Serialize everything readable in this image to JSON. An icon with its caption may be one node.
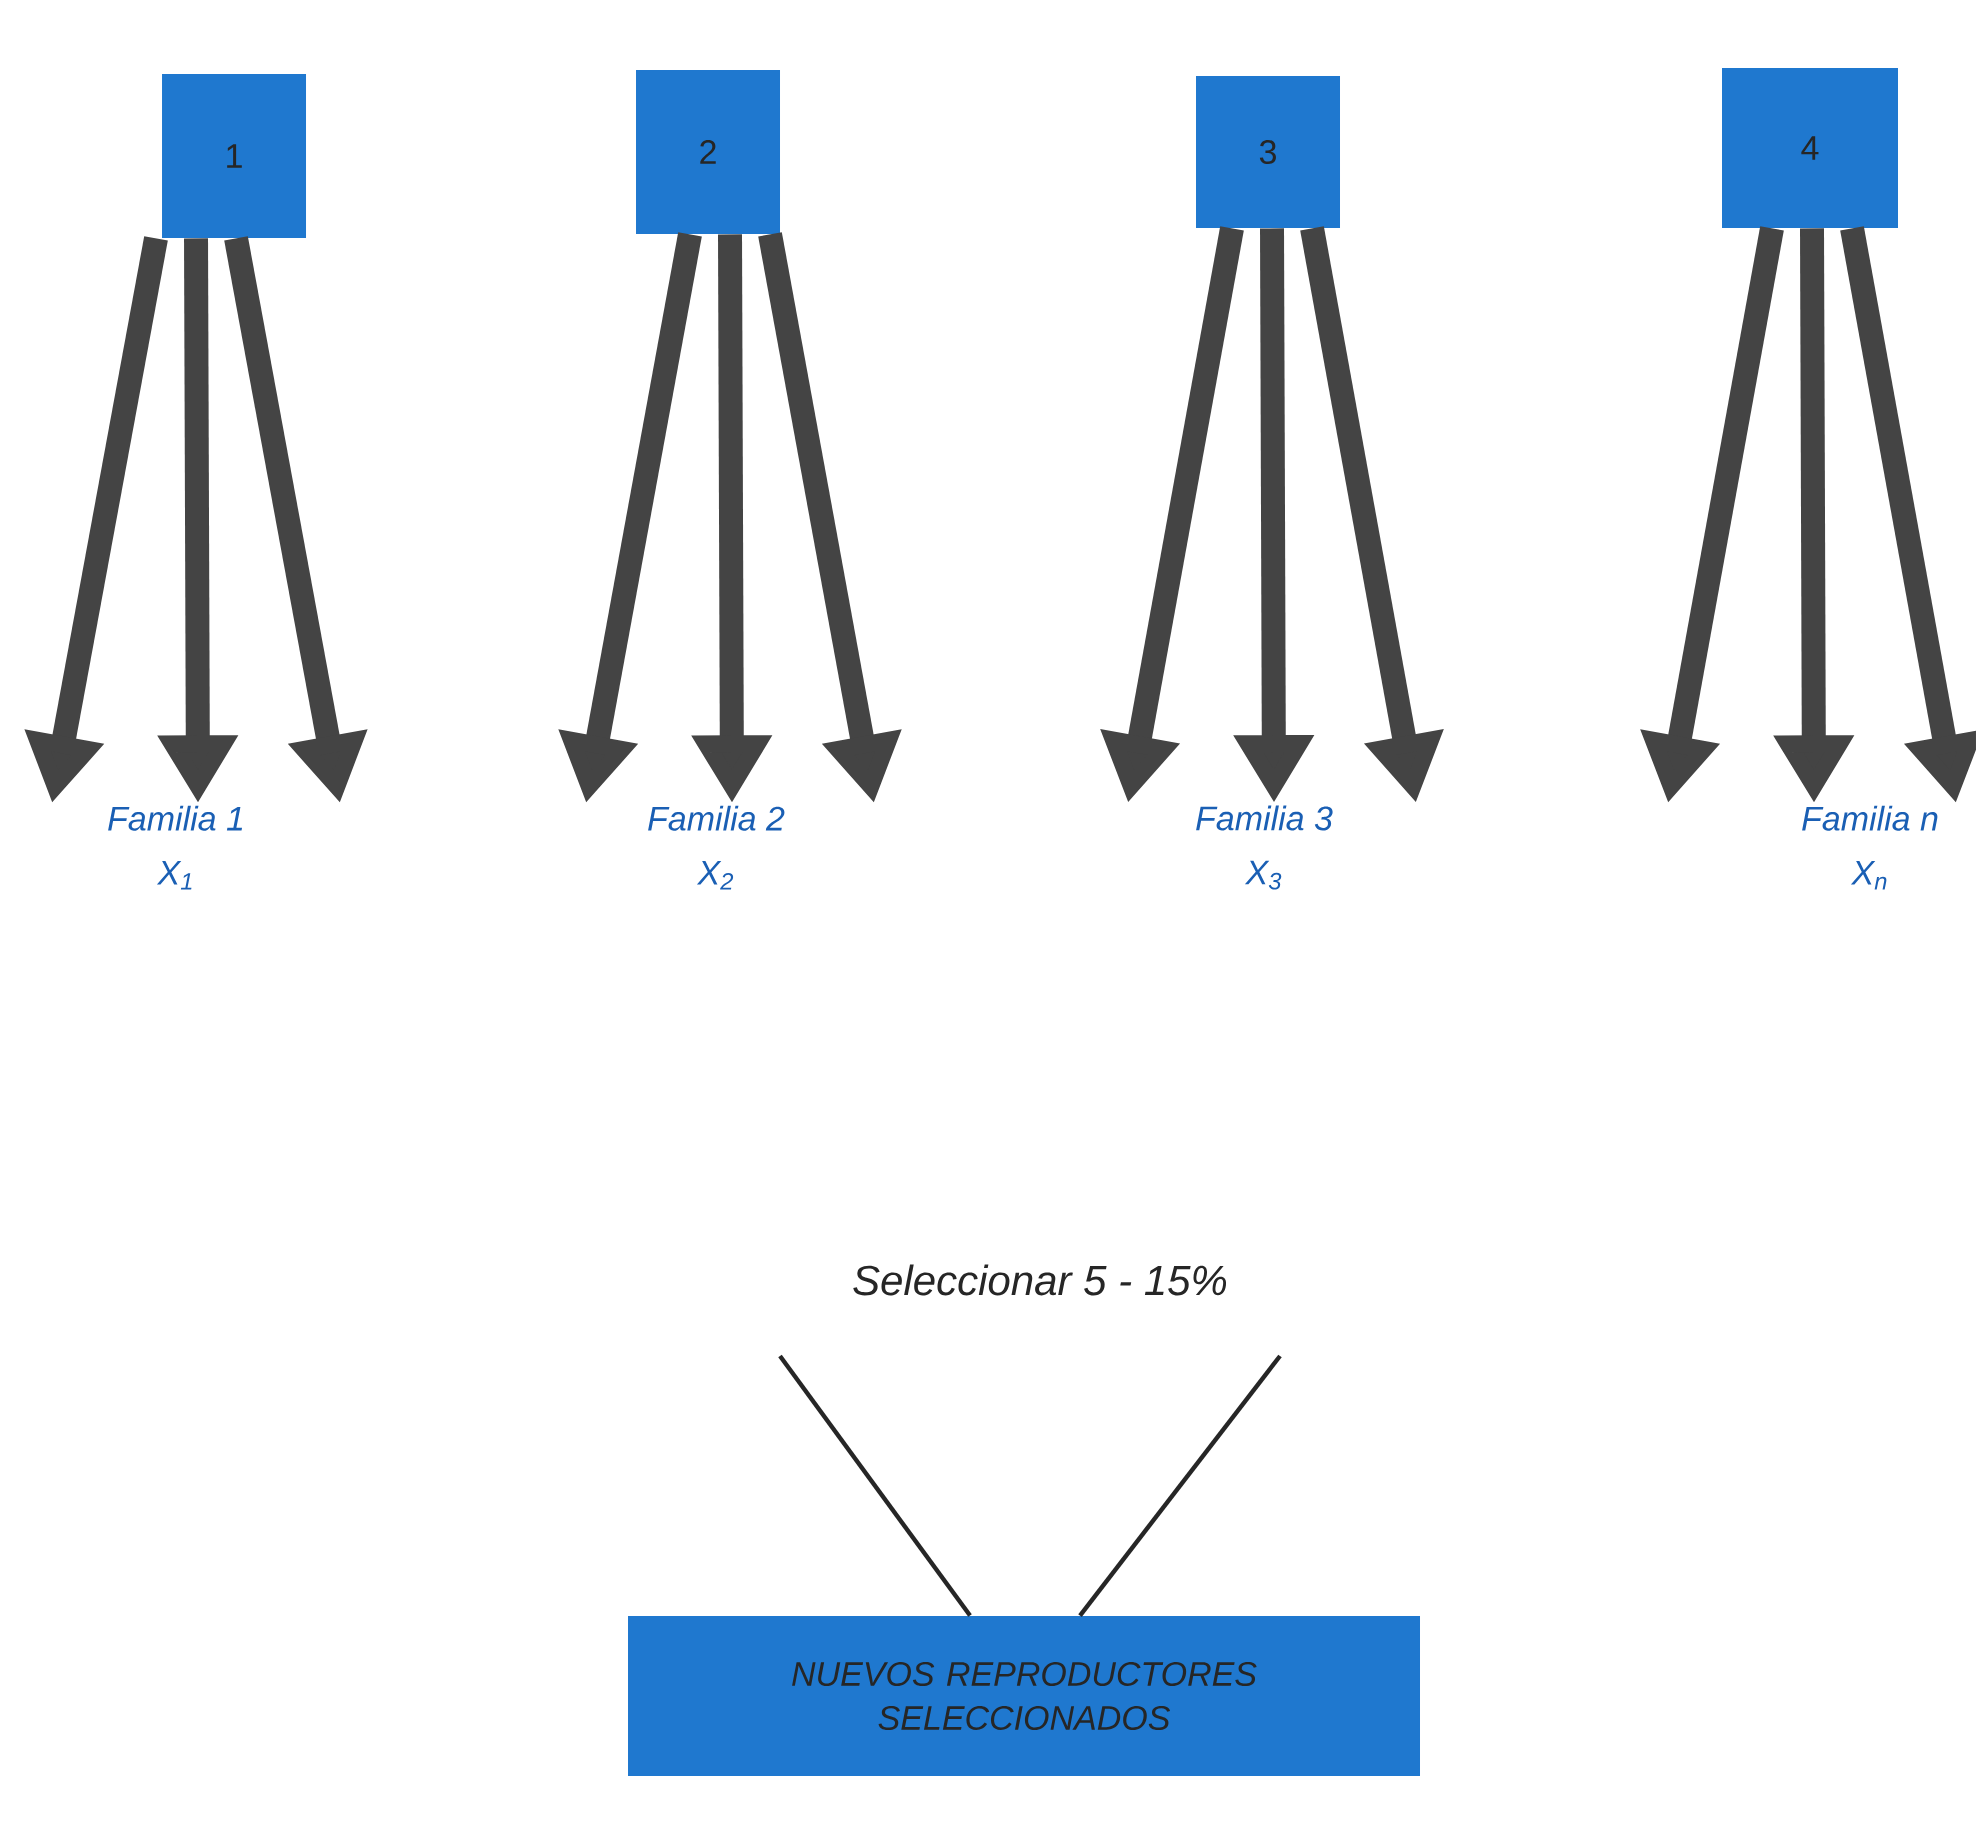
{
  "diagram": {
    "nodes": [
      {
        "text": [
          "1"
        ]
      },
      {
        "text": [
          "2"
        ]
      },
      {
        "text": [
          "3"
        ]
      },
      {
        "text": [
          "4"
        ]
      },
      {
        "text": [
          "Familia 1",
          "X$_{1}$"
        ]
      },
      {
        "text": [
          "Familia 2",
          "X$_{2}$"
        ]
      },
      {
        "text": [
          "Familia 3",
          "X$_{3}$"
        ]
      },
      {
        "text": [
          "Familia n",
          "X$_{n}$"
        ]
      },
      {
        "text": [
          "NUEVOS REPRODUCTORES SELECCIONADOS"
        ]
      }
    ],
    "edges": [
      {
        "from": 0,
        "to": 4,
        "arrow": "to"
      },
      {
        "from": 0,
        "to": 4,
        "arrow": "to"
      },
      {
        "from": 0,
        "to": 4,
        "arrow": "to"
      },
      {
        "from": 1,
        "to": 5,
        "arrow": "to"
      },
      {
        "from": 1,
        "to": 5,
        "arrow": "to"
      },
      {
        "from": 1,
        "to": 5,
        "arrow": "to"
      },
      {
        "from": 2,
        "to": 6,
        "arrow": "to"
      },
      {
        "from": 2,
        "to": 6,
        "arrow": "to"
      },
      {
        "from": 2,
        "to": 6,
        "arrow": "to"
      },
      {
        "from": 3,
        "to": 7,
        "arrow": "to"
      },
      {
        "from": 3,
        "to": 7,
        "arrow": "to"
      },
      {
        "from": 3,
        "to": 7,
        "arrow": "to"
      },
      {
        "from": null,
        "to": 8,
        "arrow": "none"
      },
      {
        "from": null,
        "to": 8,
        "arrow": "none"
      }
    ],
    "labels": [
      "Seleccionar 5 - 15%"
    ]
  }
}
